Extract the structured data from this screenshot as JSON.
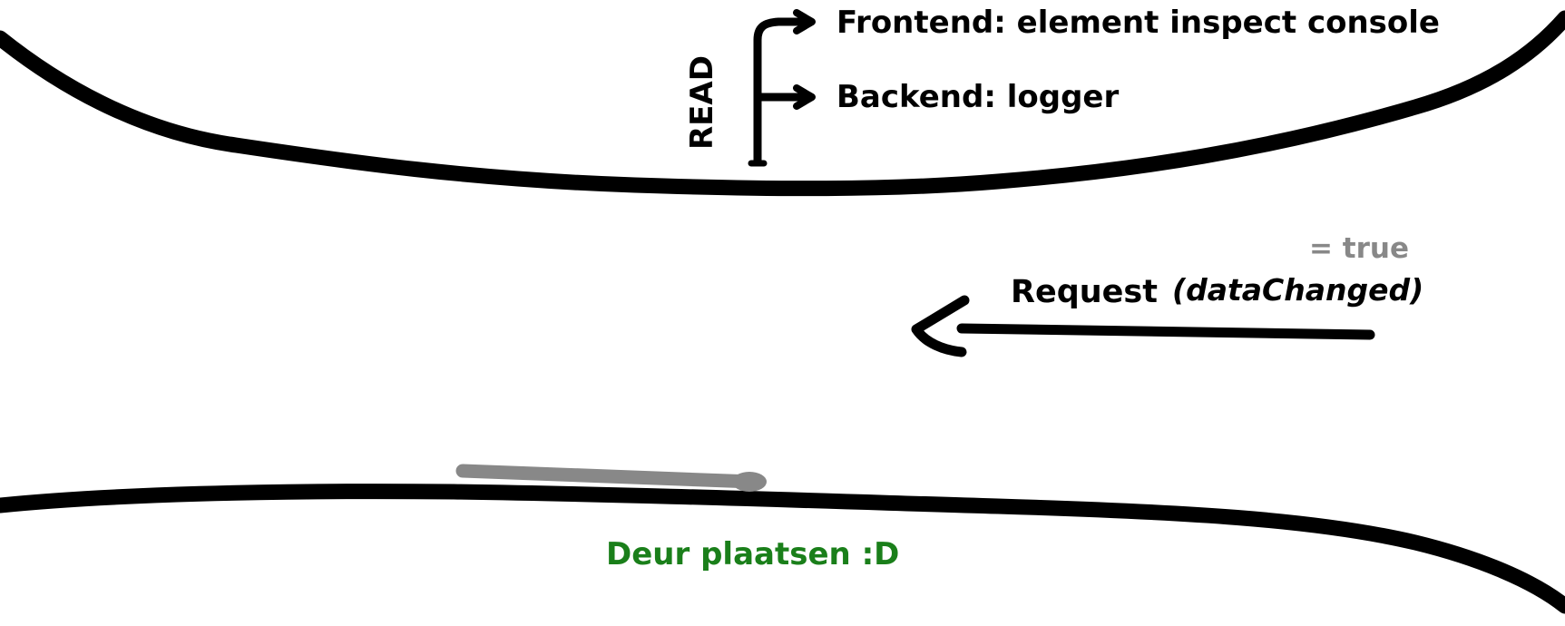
{
  "colors": {
    "ink": "#000000",
    "muted": "#888888",
    "door_text": "#1a7f1a",
    "background": "#ffffff"
  },
  "labels": {
    "read": "READ",
    "frontend": "Frontend: element inspect console",
    "backend": "Backend: logger",
    "equals_true": "= true",
    "request": "Request",
    "data_changed": "(dataChanged)",
    "door": "Deur plaatsen :D"
  }
}
